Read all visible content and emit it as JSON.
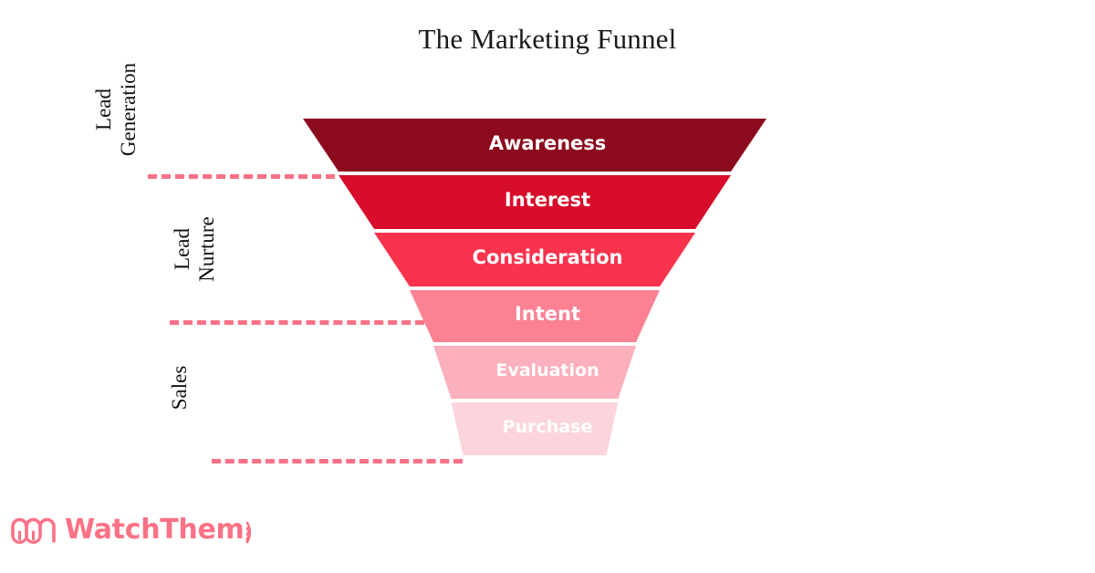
{
  "title": "The Marketing Funnel",
  "colors": {
    "background": "#ffffff",
    "title_text": "#1a1a1a",
    "dash_line": "#f97187",
    "label_text": "#ffffff",
    "logo": "#fb7185"
  },
  "chart_data": {
    "type": "funnel",
    "title": "The Marketing Funnel",
    "xlabel": "",
    "ylabel": "",
    "orientation": "vertical",
    "grid": false,
    "legend": "none",
    "stages": [
      {
        "label": "Awareness",
        "color": "#8c0a1e",
        "order": 1,
        "width_top": 508,
        "width_bottom": 430
      },
      {
        "label": "Interest",
        "color": "#d80d2b",
        "order": 2,
        "width_top": 430,
        "width_bottom": 352
      },
      {
        "label": "Consideration",
        "color": "#f9334e",
        "order": 3,
        "width_top": 352,
        "width_bottom": 274
      },
      {
        "label": "Intent",
        "color": "#fb8193",
        "order": 4,
        "width_top": 274,
        "width_bottom": 222
      },
      {
        "label": "Evaluation",
        "color": "#fcafbc",
        "order": 5,
        "width_top": 222,
        "width_bottom": 183
      },
      {
        "label": "Purchase",
        "color": "#fcd5dc",
        "order": 6,
        "width_top": 183,
        "width_bottom": 157
      }
    ],
    "groups": [
      {
        "label_line1": "Lead",
        "label_line2": "Generation",
        "stages": [
          "Awareness"
        ]
      },
      {
        "label_line1": "Lead",
        "label_line2": "Nurture",
        "stages": [
          "Interest",
          "Consideration"
        ]
      },
      {
        "label_line1": "Sales",
        "label_line2": "",
        "stages": [
          "Intent",
          "Evaluation",
          "Purchase"
        ]
      }
    ]
  },
  "logo": {
    "text": "WatchThem",
    "mark": "binoculars-w-icon",
    "signal": "signal-arcs-icon"
  }
}
